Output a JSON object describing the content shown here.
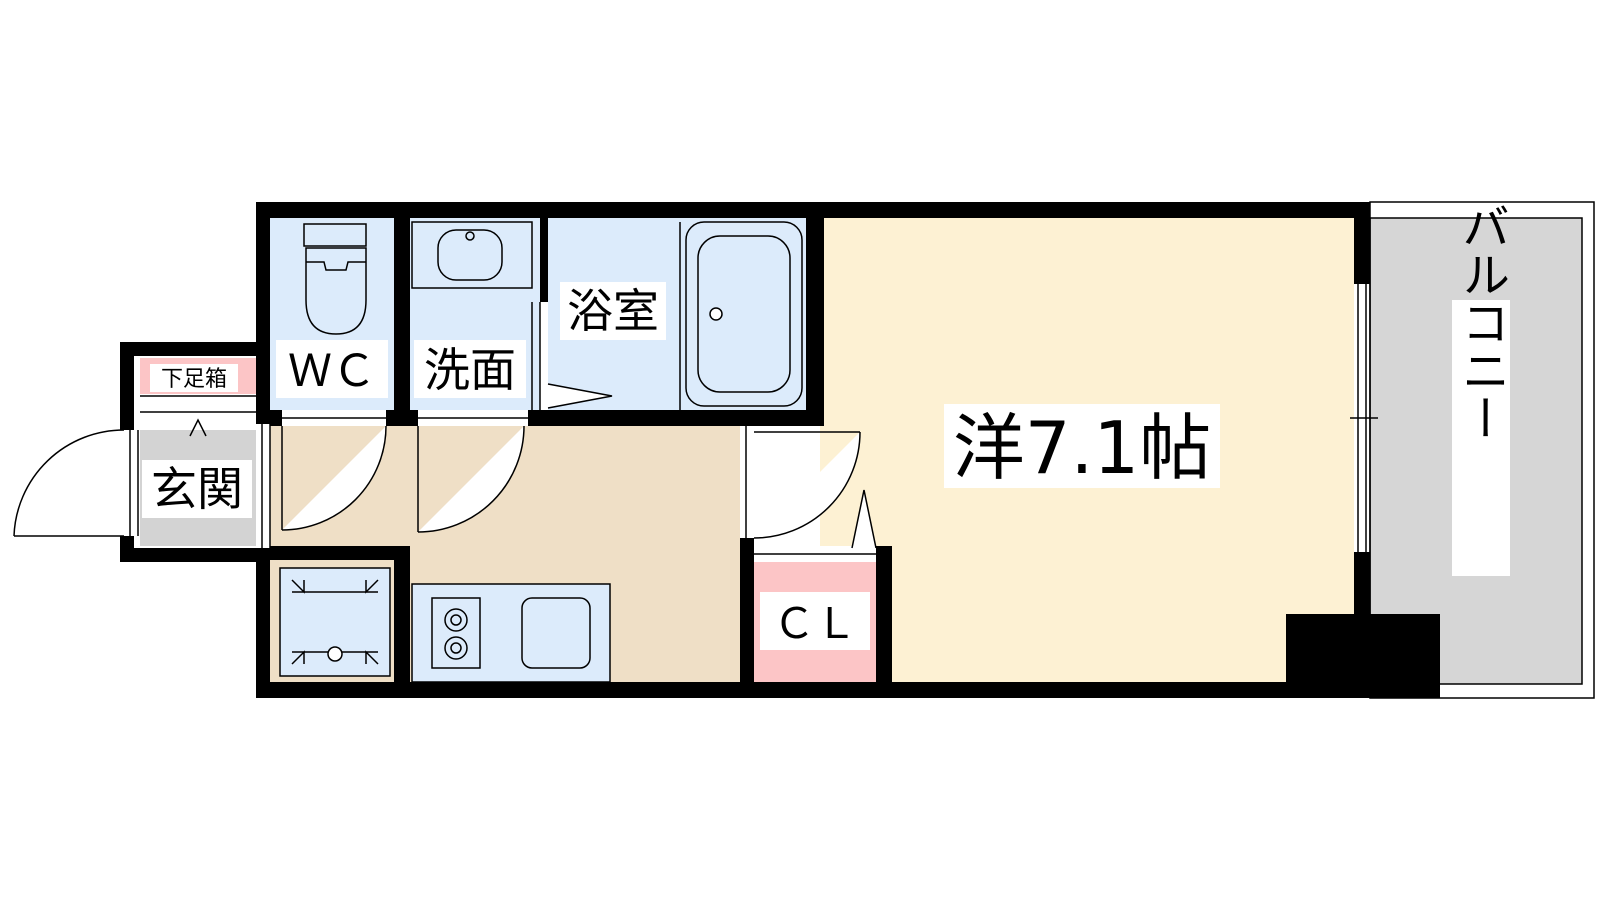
{
  "floorplan": {
    "rooms": {
      "western_room": "洋7.1帖",
      "bathroom": "浴室",
      "washroom": "洗面",
      "toilet": "ＷＣ",
      "entrance": "玄関",
      "shoe_box": "下足箱",
      "closet": "ＣＬ",
      "balcony": "バルコニー"
    },
    "colors": {
      "wall": "#000000",
      "western_room_floor": "#fdf1d3",
      "kitchen_floor": "#efdfc6",
      "wet_area": "#dcebfb",
      "closet_and_shoe_box": "#fcc5c6",
      "balcony_floor": "#d6d6d6",
      "entrance_floor": "#d3d3d3"
    }
  }
}
